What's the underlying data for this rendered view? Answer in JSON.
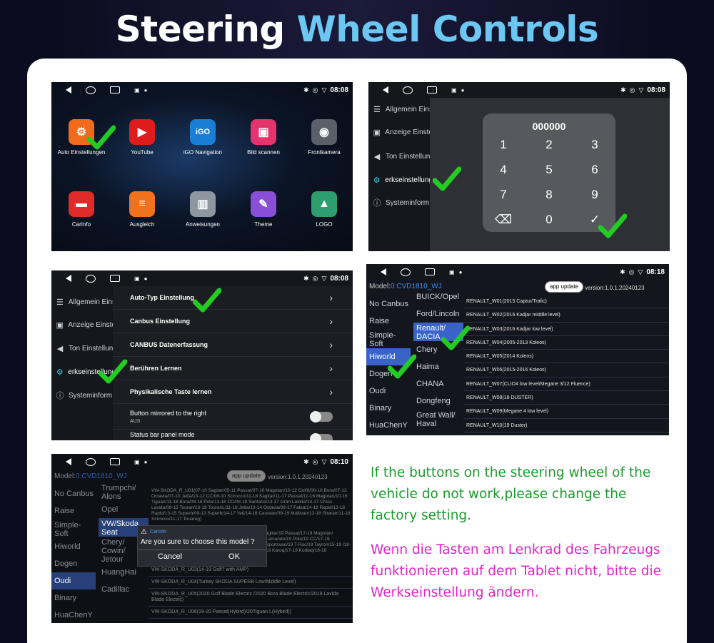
{
  "headline": {
    "part1": "Steering",
    "part2": "Wheel Controls"
  },
  "status": {
    "time1": "08:08",
    "time2": "08:08",
    "time3": "08:08",
    "time4": "08:18",
    "time5": "08:10"
  },
  "home_apps": [
    {
      "label": "Auto Einstellungen",
      "color": "#f26a1b",
      "glyph": "⚙"
    },
    {
      "label": "YouTube",
      "color": "#e01b1b",
      "glyph": "▶"
    },
    {
      "label": "iGO Navigation",
      "color": "#1a7fd4",
      "glyph": "iGO"
    },
    {
      "label": "Bild scannen",
      "color": "#e5336d",
      "glyph": "▣"
    },
    {
      "label": "Frontkamera",
      "color": "#5a6068",
      "glyph": "◉"
    },
    {
      "label": "CarInfo",
      "color": "#e12a2a",
      "glyph": "▬"
    },
    {
      "label": "Ausgleich",
      "color": "#f0721e",
      "glyph": "≡"
    },
    {
      "label": "Anweisungen",
      "color": "#8e96a0",
      "glyph": "▥"
    },
    {
      "label": "Theme",
      "color": "#8a4fd8",
      "glyph": "✎"
    },
    {
      "label": "LOGO",
      "color": "#2f9e6e",
      "glyph": "▲"
    }
  ],
  "settings_menu": [
    {
      "label": "Allgemein Eins",
      "icon": "☰"
    },
    {
      "label": "Anzeige Einste",
      "icon": "▣"
    },
    {
      "label": "Ton Einstellun",
      "icon": "◀"
    },
    {
      "label": "erkseinstellung",
      "icon": "⚙"
    },
    {
      "label": "Systeminform",
      "icon": "ⓘ"
    }
  ],
  "keypad": {
    "display": "000000",
    "keys": [
      "1",
      "2",
      "3",
      "4",
      "5",
      "6",
      "7",
      "8",
      "9",
      "⌫",
      "0",
      "✓"
    ]
  },
  "factory_rows": [
    {
      "label": "Auto-Typ Einstellung"
    },
    {
      "label": "Canbus Einstellung"
    },
    {
      "label": "CANBUS Datenerfassung"
    },
    {
      "label": "Berühren Lernen"
    },
    {
      "label": "Physikalische Taste lernen"
    }
  ],
  "mirror_row": {
    "label": "Button mirrored to the right",
    "sub": "AUS"
  },
  "statusbar_row": {
    "label": "Status bar panel mode"
  },
  "model4": {
    "model_prefix": "Model:",
    "model_value": "0:CVD1810_WJ",
    "app_update": "app update",
    "version": "version:1.0.1.20240123",
    "protocols": [
      "No Canbus",
      "Raise",
      "Simple-\nSoft",
      "Hiworld",
      "Dogen",
      "Oudi",
      "Binary",
      "HuaChenY"
    ],
    "brands": [
      "BUICK/Opel",
      "Ford/Lincoln",
      "Renault/\nDACIA",
      "Chery",
      "Haima",
      "CHANA",
      "Dongfeng",
      "Great Wall/\nHaval"
    ],
    "models": [
      "RENAULT_W01(2015 Captur/Trafic)",
      "RENAULT_W02(2016 Kadjar middle level)",
      "RENAULT_W03(2016 Kadjar low level)",
      "RENAULT_W04(2005-2013 Koleos)",
      "RENAULT_W05(2014 Koleos)",
      "RENAULT_W06(2015-2016 Koleos)",
      "RENAULT_W07(CLIO4 low level/Megane 3/12 Fluence)",
      "RENAULT_W08(18 DUSTER)",
      "RENAULT_W09(Megane 4 low level)",
      "RENAULT_W10(19 Duster)"
    ]
  },
  "model5": {
    "model_prefix": "Model:",
    "model_value": "0:CVD1810_WJ",
    "app_update": "app update",
    "version": "version:1.0.1.20240123",
    "protocols": [
      "No Canbus",
      "Raise",
      "Simple-\nSoft",
      "Hiworld",
      "Dogen",
      "Oudi",
      "Binary",
      "HuaChenY"
    ],
    "brands": [
      "Trumpchi/\nAlons",
      "Opel",
      "VW/Skoda\nSeat",
      "Chery/\nCowin/\nJetour",
      "HuangHai",
      "Cadillac"
    ],
    "models_top": "VW-SKODA_R_U01(07-10 Sagitar/05-11 Passat/07-10 Magotan/10-12 Golf6/08-10 Bora/07-12 Octavia/07-10 Jetta/10-12 CC/08-10 Scirocco/11-18 Sagitar/11-17 Passat/11-16 Magotan/10-16 Tiguan/11-18 Bora/08-18 Polo/13-18 CC/08-18 Santana/13-17 Gran Lavida/14-17 Cross Lavida/08-15 Touran/16-18 TouranL/11-18 Jetta/13-14 Octavia/08-17 Fabia/14-18 Rapid/13-18 Rapid/13-15 Superb/09-13 Superb/14-17 Yeti/14-18 Caravan/09-19 Multivan/12-18 Sharan/11-16 Scirocco/11-17 Touareg)",
    "models_mid": "agitar/19 Passat/17-19 Magotan/ Lamando/19 Polo/19 CC/17-19 Sportsvan/19 T-Roc/19 Tayron/15-19 /18-19 Karoq/17-19 Kodiaq/16-18",
    "models": [
      "VW-SKODA_R_U03(14-19 Golf7 with AMP)",
      "VW-SKODA_R_U04(Turkey SKODA SUPERB Low/Middle Level)",
      "VW-SKODA_R_U05(2020 Golf Blade Electric /2020 Bora Blade Electric/2019 Lavida Blade Electric)",
      "VW-SKODA_R_U06(19-20 Passat(Hybird)/20Tiguan L(Hybird))"
    ],
    "dialog": {
      "app": "CarInfo",
      "question": "Are you sure to choose this model ?",
      "cancel": "Cancel",
      "ok": "OK"
    }
  },
  "info_en": "If the buttons on the steering wheel of the vehicle do not work,please change the factory setting.",
  "info_de": "Wenn die Tasten am Lenkrad des Fahrzeugs funktionieren auf dem Tablet nicht, bitte die Werkseinstellung ändern.",
  "colors": {
    "english_text": "#1a9a2c",
    "german_text": "#e025c8",
    "check": "#22cc22",
    "highlight": "#3a63c9"
  }
}
